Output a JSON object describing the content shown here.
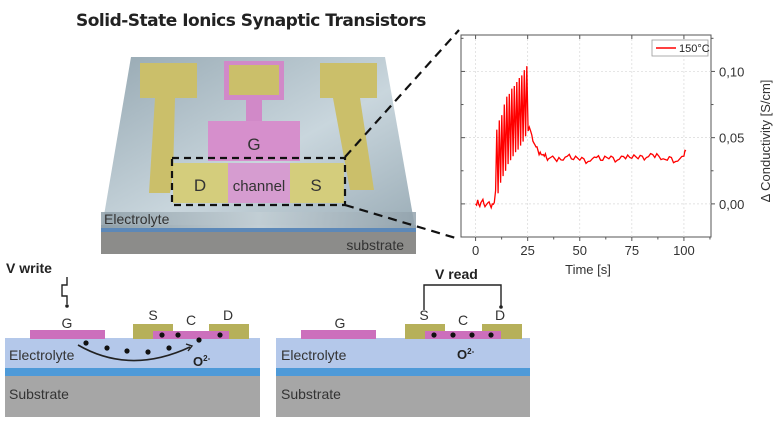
{
  "title": "Solid-State Ionics Synaptic Transistors",
  "device_3d": {
    "gate_label": "G",
    "drain_label": "D",
    "channel_label": "channel",
    "source_label": "S",
    "electrolyte_label": "Electrolyte",
    "substrate_label": "substrate"
  },
  "write_panel": {
    "voltage_label": "V write",
    "gate_label": "G",
    "source_label": "S",
    "channel_label": "C",
    "drain_label": "D",
    "ion_label": "O",
    "ion_charge": "2-",
    "electrolyte_label": "Electrolyte",
    "substrate_label": "Substrate"
  },
  "read_panel": {
    "voltage_label": "V read",
    "gate_label": "G",
    "source_label": "S",
    "channel_label": "C",
    "drain_label": "D",
    "ion_label": "O",
    "ion_charge": "2-",
    "electrolyte_label": "Electrolyte",
    "substrate_label": "Substrate"
  },
  "colors": {
    "gate": "#cc6fbc",
    "contact": "#b6b05a",
    "electrolyte": "#b4c8ea",
    "interlayer": "#4e9ad8",
    "substrate": "#a6a6a6",
    "series": "#ff0000"
  },
  "chart_data": {
    "type": "line",
    "title": "",
    "xlabel": "Time [s]",
    "ylabel": "Δ Conductivity [S/cm]",
    "xlim": [
      -7,
      113
    ],
    "ylim": [
      -0.025,
      0.1275
    ],
    "xticks": [
      0,
      25,
      50,
      75,
      100
    ],
    "xtick_labels": [
      "0",
      "25",
      "50",
      "75",
      "100"
    ],
    "yticks": [
      0.0,
      0.05,
      0.1
    ],
    "ytick_labels": [
      "0,00",
      "0,05",
      "0,10"
    ],
    "y_axis_side": "right",
    "grid": true,
    "legend": {
      "position": "top-right",
      "entries": [
        "150°C"
      ]
    },
    "series": [
      {
        "name": "150°C",
        "x": [
          0,
          1,
          2,
          3,
          4,
          5,
          6,
          7,
          8,
          9,
          9.6,
          10.2,
          10.8,
          11.4,
          12,
          12.6,
          13.2,
          13.8,
          14.4,
          15,
          15.6,
          16.2,
          16.8,
          17.4,
          18,
          18.6,
          19.2,
          19.8,
          20.4,
          21,
          21.6,
          22.2,
          22.8,
          23.4,
          24,
          24.6,
          25.2,
          25.8,
          26.4,
          27,
          28,
          29,
          30,
          31,
          32,
          33,
          34,
          35,
          36,
          38,
          40,
          42,
          44,
          46,
          48,
          50,
          52,
          54,
          56,
          58,
          60,
          62,
          64,
          66,
          68,
          70,
          72,
          74,
          76,
          78,
          80,
          82,
          84,
          86,
          88,
          90,
          92,
          94,
          96,
          98,
          100,
          101
        ],
        "y": [
          0.0,
          0.003,
          -0.002,
          0.002,
          0.0,
          -0.001,
          0.001,
          -0.001,
          0.0,
          0.001,
          0.01,
          0.056,
          0.008,
          0.063,
          0.016,
          0.067,
          0.021,
          0.075,
          0.025,
          0.081,
          0.03,
          0.083,
          0.033,
          0.087,
          0.036,
          0.089,
          0.039,
          0.092,
          0.041,
          0.095,
          0.044,
          0.097,
          0.047,
          0.101,
          0.051,
          0.104,
          0.055,
          0.058,
          0.055,
          0.052,
          0.046,
          0.043,
          0.04,
          0.039,
          0.037,
          0.036,
          0.035,
          0.034,
          0.035,
          0.034,
          0.035,
          0.033,
          0.036,
          0.034,
          0.036,
          0.033,
          0.034,
          0.032,
          0.034,
          0.035,
          0.033,
          0.036,
          0.034,
          0.035,
          0.033,
          0.036,
          0.034,
          0.035,
          0.037,
          0.034,
          0.036,
          0.035,
          0.038,
          0.035,
          0.036,
          0.034,
          0.033,
          0.035,
          0.032,
          0.034,
          0.036,
          0.04
        ]
      }
    ]
  }
}
